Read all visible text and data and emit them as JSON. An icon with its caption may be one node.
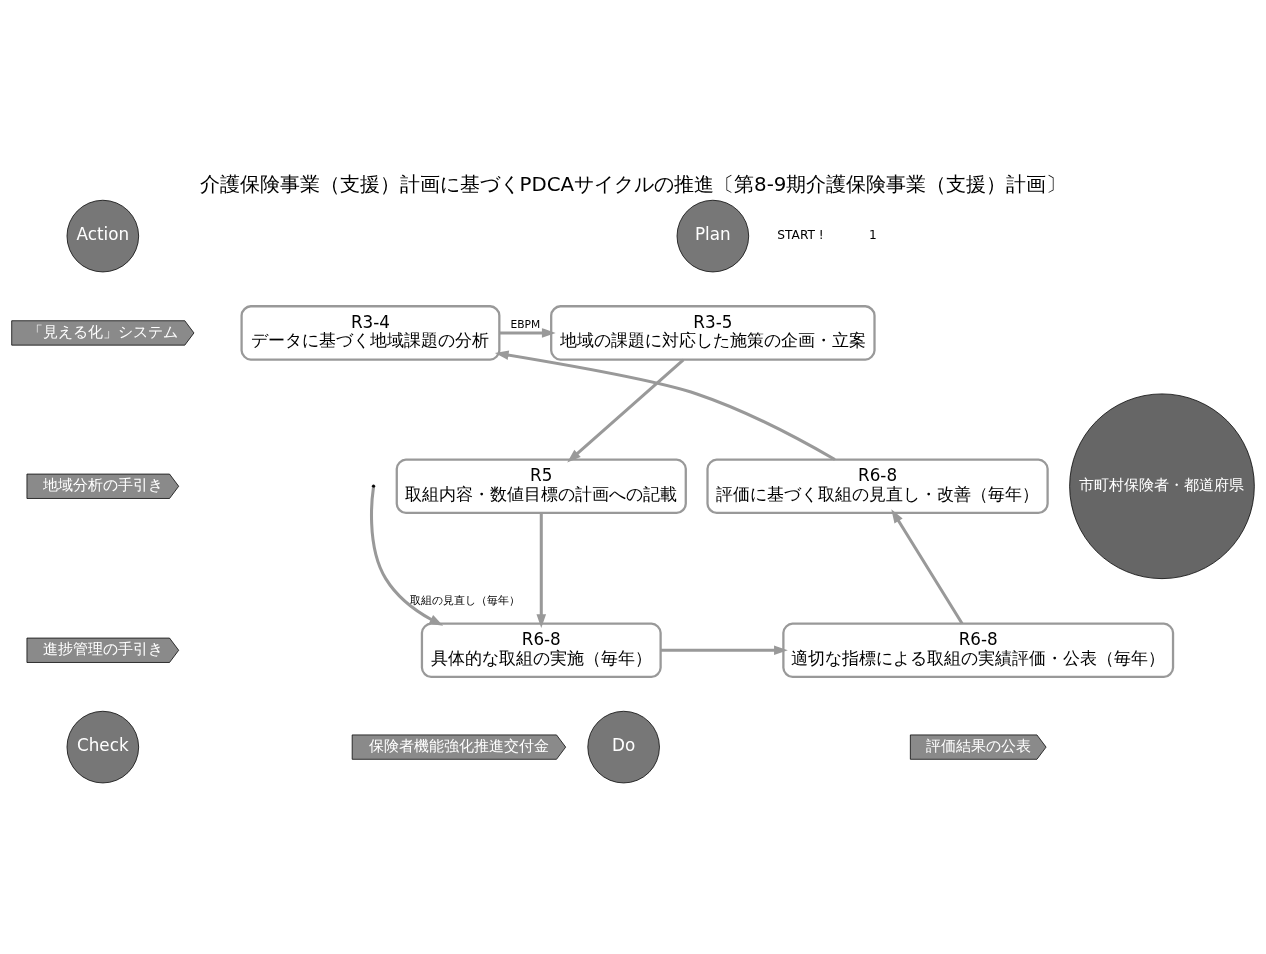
{
  "diagram": {
    "title": "介護保険事業（支援）計画に基づくPDCAサイクルの推進〔第8-9期介護保険事業（支援）計画〕",
    "nodes": [
      {
        "text": [
          "Action"
        ]
      },
      {
        "text": [
          "Plan"
        ]
      },
      {
        "text": [
          "Check"
        ]
      },
      {
        "text": [
          "Do"
        ]
      },
      {
        "text": [
          "R3-4",
          "データに基づく地域課題の分析"
        ]
      },
      {
        "text": [
          "R3-5",
          "地域の課題に対応した施策の企画・立案"
        ]
      },
      {
        "text": [
          "R5",
          "取組内容・数値目標の計画への記載"
        ]
      },
      {
        "text": [
          "R6-8",
          "具体的な取組の実施（毎年）"
        ]
      },
      {
        "text": [
          "R6-8",
          "適切な指標による取組の実績評価・公表（毎年）"
        ]
      },
      {
        "text": [
          "R6-8",
          "評価に基づく取組の見直し・改善（毎年）"
        ]
      },
      {
        "text": [
          "市町村保険者・都道府県"
        ]
      },
      {
        "text": [
          "「見える化」システム"
        ]
      },
      {
        "text": [
          "地域分析の手引き"
        ]
      },
      {
        "text": [
          "進捗管理の手引き"
        ]
      },
      {
        "text": [
          "評価結果の公表"
        ]
      },
      {
        "text": [
          "保険者機能強化推進交付金"
        ]
      }
    ],
    "edges": [
      {
        "from": 4,
        "to": 5,
        "arrow": "to",
        "label": "EBPM"
      },
      {
        "from": 5,
        "to": 6,
        "arrow": "to"
      },
      {
        "from": 6,
        "to": 7,
        "arrow": "to"
      },
      {
        "from": 7,
        "to": 8,
        "arrow": "to"
      },
      {
        "from": 8,
        "to": 9,
        "arrow": "to"
      },
      {
        "from": 9,
        "to": 4,
        "arrow": "to"
      },
      {
        "from": null,
        "to": 7,
        "arrow": "to",
        "label": "取組の見直し（毎年）"
      }
    ],
    "labels": [
      "START !",
      "1"
    ]
  }
}
